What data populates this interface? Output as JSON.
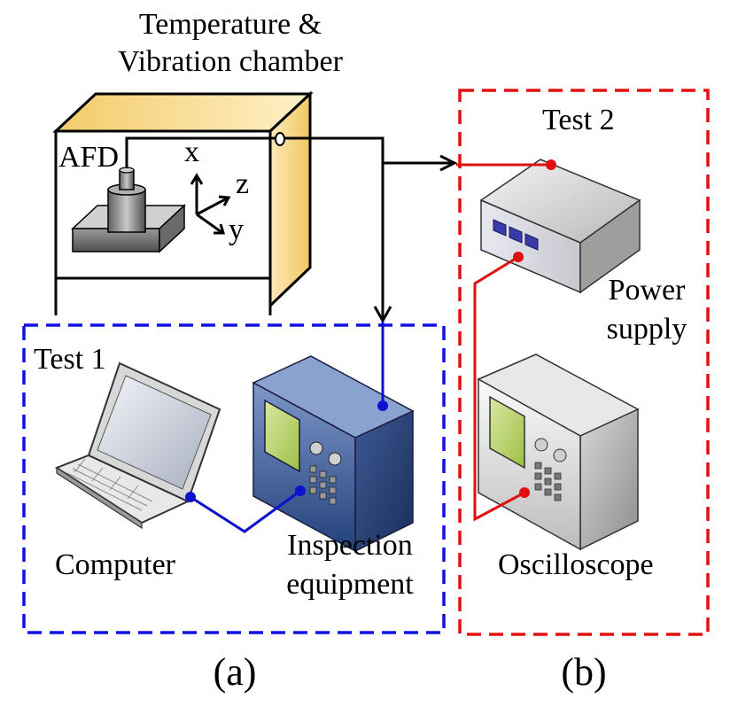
{
  "chamber": {
    "title_line1": "Temperature &",
    "title_line2": "Vibration chamber",
    "afd_label": "AFD",
    "axis_x": "x",
    "axis_y": "y",
    "axis_z": "z"
  },
  "test1": {
    "label": "Test 1",
    "border_color": "#1010e0",
    "line_color": "#1010d0",
    "computer_label": "Computer",
    "inspection_line1": "Inspection",
    "inspection_line2": "equipment",
    "panel_caption": "(a)"
  },
  "test2": {
    "label": "Test 2",
    "border_color": "#e01010",
    "line_color": "#e01010",
    "power_line1": "Power",
    "power_line2": "supply",
    "oscilloscope_label": "Oscilloscope",
    "panel_caption": "(b)"
  },
  "icons": [
    "laptop-icon",
    "inspection-equipment-icon",
    "power-supply-icon",
    "oscilloscope-icon",
    "afd-device-icon",
    "chamber-box-icon"
  ]
}
